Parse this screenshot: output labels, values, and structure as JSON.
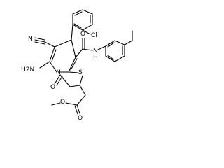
{
  "molecule": {
    "labels": {
      "cl": "Cl",
      "n_nitrile": "N",
      "nh": "H",
      "n_amide": "N",
      "o_amide": "O",
      "h2n": "H2N",
      "n_ring": "N",
      "s": "S",
      "o_ketone": "O",
      "o_ester_carbonyl": "O",
      "o_ester_single": "O"
    }
  }
}
